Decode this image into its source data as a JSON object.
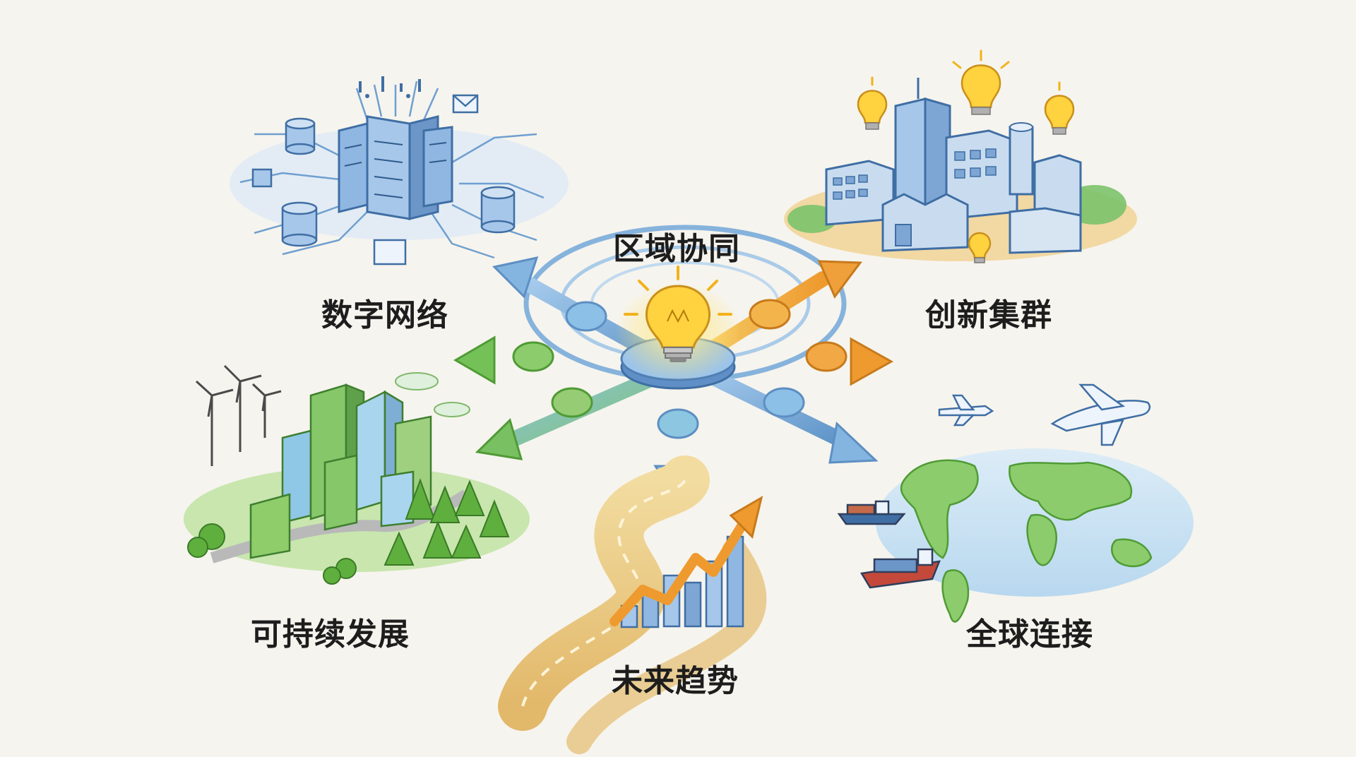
{
  "center": {
    "title": "区域协同",
    "icon": "lightbulb-icon"
  },
  "nodes": [
    {
      "id": "digital",
      "label": "数字网络",
      "icon": "server-network-icon"
    },
    {
      "id": "innovation",
      "label": "创新集群",
      "icon": "factory-lightbulb-icon"
    },
    {
      "id": "sustainable",
      "label": "可持续发展",
      "icon": "green-city-icon"
    },
    {
      "id": "future",
      "label": "未来趋势",
      "icon": "growth-road-icon"
    },
    {
      "id": "global",
      "label": "全球连接",
      "icon": "world-map-icon"
    }
  ],
  "colors": {
    "background": "#f6f4ee",
    "blue": "#7fb0dd",
    "green": "#8cc86a",
    "orange": "#f0a83c",
    "bulb": "#ffd23f"
  }
}
